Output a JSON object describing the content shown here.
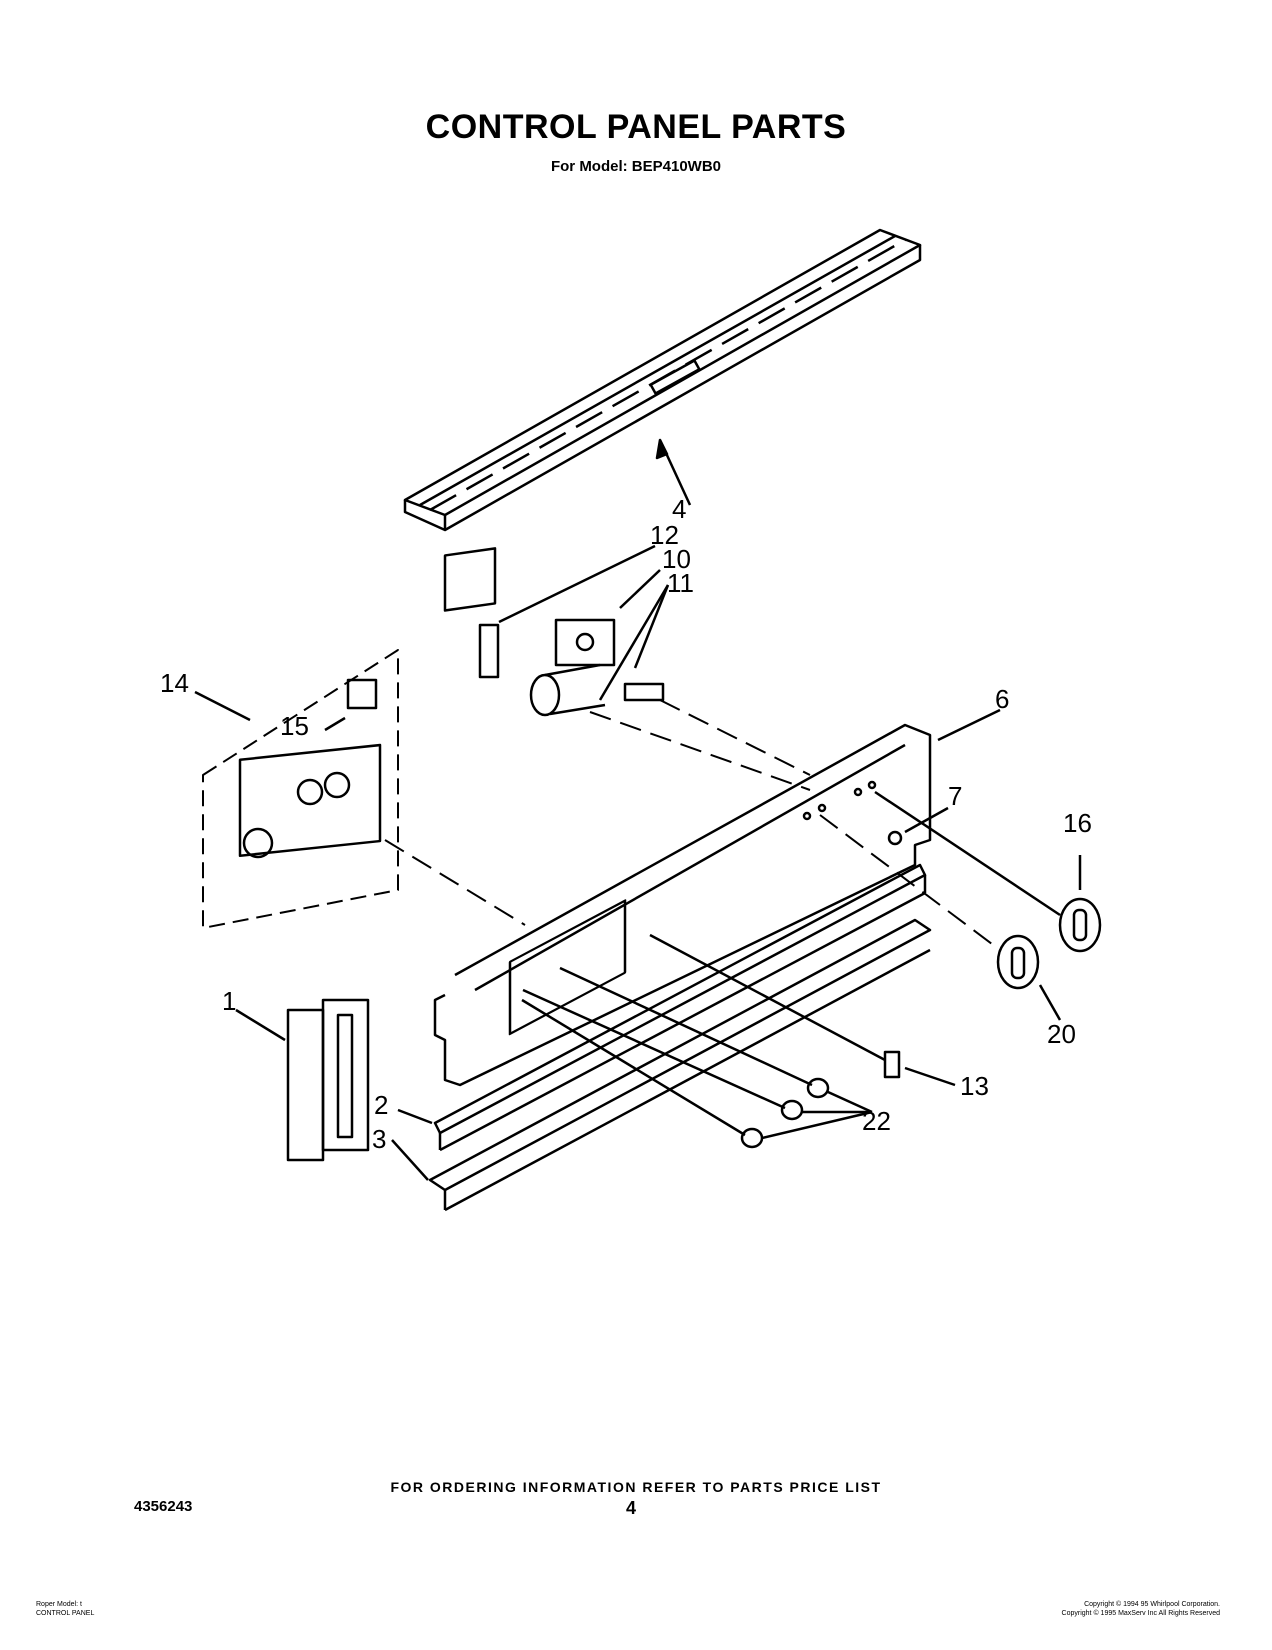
{
  "header": {
    "title": "CONTROL PANEL PARTS",
    "subtitle": "For Model: BEP410WB0"
  },
  "callouts": [
    "1",
    "2",
    "3",
    "4",
    "6",
    "7",
    "10",
    "11",
    "12",
    "13",
    "14",
    "15",
    "16",
    "20",
    "22"
  ],
  "footer": {
    "ordering_info": "FOR ORDERING INFORMATION REFER TO PARTS PRICE LIST",
    "document_number": "4356243",
    "page_number": "4",
    "left_line_1": "Roper Model: t",
    "left_line_2": "CONTROL PANEL",
    "right_line_1": "Copyright © 1994 95 Whirlpool Corporation.",
    "right_line_2": "Copyright © 1995 MaxServ Inc  All Rights Reserved"
  }
}
